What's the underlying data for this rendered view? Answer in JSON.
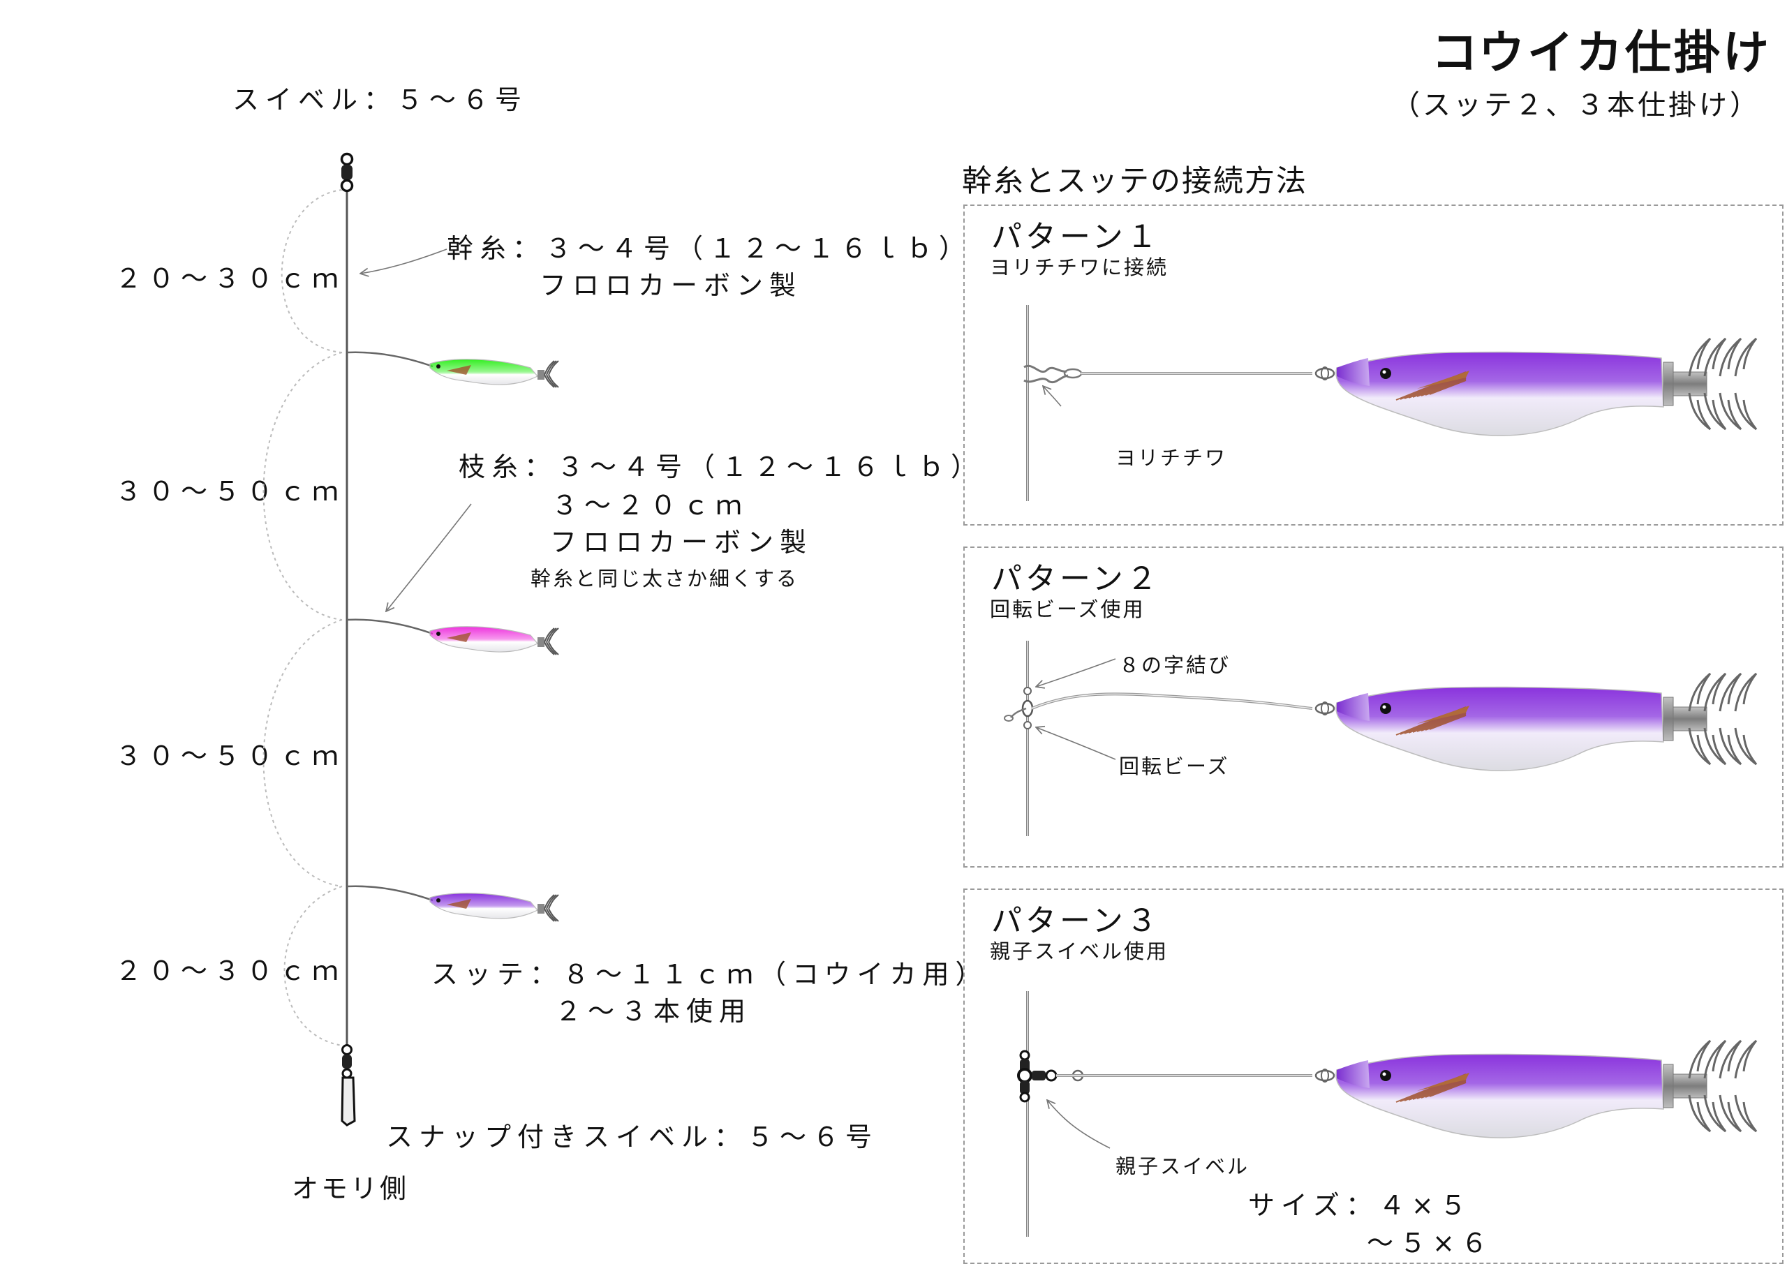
{
  "header": {
    "title": "コウイカ仕掛け",
    "subtitle": "（スッテ２、３本仕掛け）"
  },
  "rig": {
    "swivel_label": "スイベル：５～６号",
    "mainline_label_1": "幹糸：３～４号（１２～１６ｌｂ）",
    "mainline_label_2": "フロロカーボン製",
    "branch_label_1": "枝糸：３～４号（１２～１６ｌｂ）",
    "branch_label_2": "３～２０ｃｍ",
    "branch_label_3": "フロロカーボン製",
    "branch_note": "幹糸と同じ太さか細くする",
    "sutte_label_1": "スッテ：８～１１ｃｍ（コウイカ用）",
    "sutte_label_2": "２～３本使用",
    "snap_label": "スナップ付きスイベル：５～６号",
    "sinker_side": "オモリ側",
    "spacings": [
      "２０～３０ｃｍ",
      "３０～５０ｃｍ",
      "３０～５０ｃｍ",
      "２０～３０ｃｍ"
    ],
    "jig_colors": [
      "#33ee22",
      "#ee33dd",
      "#8833dd"
    ]
  },
  "connections": {
    "heading": "幹糸とスッテの接続方法",
    "jig_color": "#8833dd",
    "patterns": [
      {
        "title": "パターン１",
        "subtitle": "ヨリチチワに接続",
        "callouts": [
          "ヨリチチワ"
        ]
      },
      {
        "title": "パターン２",
        "subtitle": "回転ビーズ使用",
        "callouts": [
          "８の字結び",
          "回転ビーズ"
        ]
      },
      {
        "title": "パターン３",
        "subtitle": "親子スイベル使用",
        "callouts": [
          "親子スイベル"
        ],
        "size_1": "サイズ：４×５",
        "size_2": "～５×６"
      }
    ]
  }
}
